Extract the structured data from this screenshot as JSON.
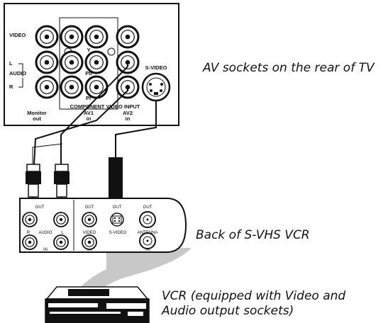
{
  "tv_panel": {
    "labels": {
      "video": "VIDEO",
      "l": "L",
      "audio": "AUDIO",
      "r": "R",
      "y": "Y",
      "pb": "Pb",
      "pr": "Pr",
      "component": "COMPONENT VIDEO INPUT",
      "svideo": "S-VIDEO",
      "monitor": "Monitor",
      "monitor_sub": "out",
      "av1": "AV1",
      "av1_sub": "in",
      "av2": "AV2",
      "av2_sub": "in"
    }
  },
  "vcr_panel": {
    "labels": {
      "out_audio": "OUT",
      "out_video": "OUT",
      "out_svideo": "OUT",
      "out_antenna": "OUT",
      "r": "R",
      "audio": "AUDIO",
      "l": "L",
      "video": "VIDEO",
      "svideo": "S-VIDEO",
      "antenna": "ANTENNA",
      "in_audio": "IN",
      "in_video": "IN",
      "in_antenna": "IN"
    }
  },
  "captions": {
    "tv": "AV sockets on the rear of TV",
    "vcr_back": "Back of  S-VHS VCR",
    "vcr_line1": "VCR (equipped with Video and",
    "vcr_line2": "Audio output sockets)"
  },
  "colors": {
    "line": "#111111",
    "shadow": "#bfbfbf",
    "white": "#ffffff"
  }
}
